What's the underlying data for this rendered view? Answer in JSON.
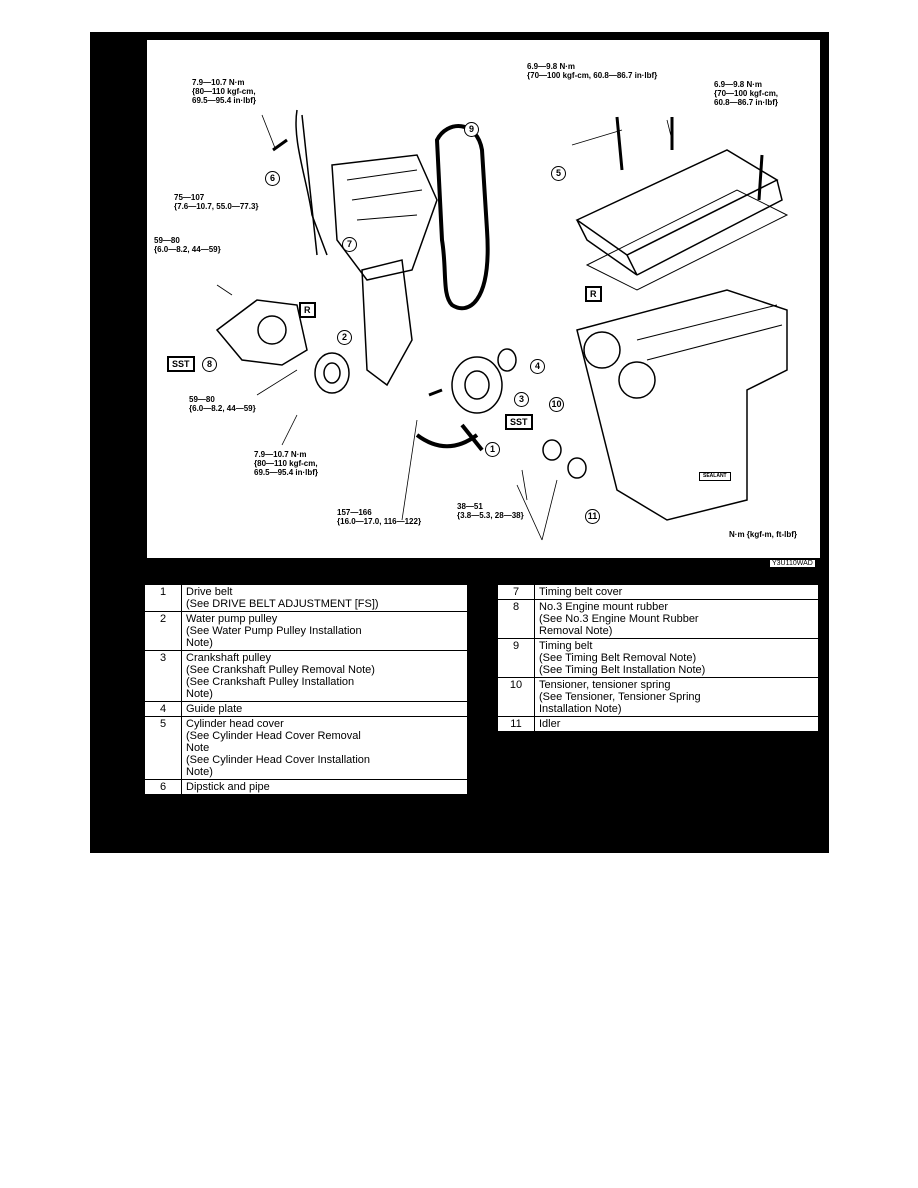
{
  "diagram": {
    "torque_specs": [
      {
        "id": "t1",
        "text": "7.9—10.7 N·m\n{80—110 kgf-cm,\n69.5—95.4 in·lbf}"
      },
      {
        "id": "t2",
        "text": "75—107\n{7.6—10.7, 55.0—77.3}"
      },
      {
        "id": "t3",
        "text": "59—80\n{6.0—8.2, 44—59}"
      },
      {
        "id": "t4",
        "text": "59—80\n{6.0—8.2, 44—59}"
      },
      {
        "id": "t5",
        "text": "7.9—10.7 N·m\n{80—110 kgf-cm,\n69.5—95.4 in·lbf}"
      },
      {
        "id": "t6",
        "text": "157—166\n{16.0—17.0, 116—122}"
      },
      {
        "id": "t7",
        "text": "38—51\n{3.8—5.3, 28—38}"
      },
      {
        "id": "t8",
        "text": "6.9—9.8 N·m\n{70—100 kgf-cm, 60.8—86.7 in·lbf}"
      },
      {
        "id": "t9",
        "text": "6.9—9.8 N·m\n{70—100 kgf-cm,\n60.8—86.7 in·lbf}"
      }
    ],
    "callouts": [
      "1",
      "2",
      "3",
      "4",
      "5",
      "6",
      "7",
      "8",
      "9",
      "10",
      "11"
    ],
    "tags": {
      "sst": "SST",
      "r": "R",
      "sealant": "SEALANT"
    },
    "units_note": "N·m {kgf-m, ft-lbf}",
    "code": "Y3U110WAD"
  },
  "legend_left": [
    {
      "num": "1",
      "desc": "Drive belt\n(See DRIVE BELT ADJUSTMENT [FS])"
    },
    {
      "num": "2",
      "desc": "Water pump pulley\n(See Water Pump Pulley Installation\nNote)"
    },
    {
      "num": "3",
      "desc": "Crankshaft pulley\n(See Crankshaft Pulley Removal Note)\n(See Crankshaft Pulley Installation\nNote)"
    },
    {
      "num": "4",
      "desc": "Guide plate"
    },
    {
      "num": "5",
      "desc": "Cylinder head cover\n(See Cylinder Head Cover Removal\nNote\n(See Cylinder Head Cover Installation\nNote)"
    },
    {
      "num": "6",
      "desc": "Dipstick and pipe"
    }
  ],
  "legend_right": [
    {
      "num": "7",
      "desc": "Timing belt cover"
    },
    {
      "num": "8",
      "desc": "No.3 Engine mount rubber\n(See  No.3 Engine Mount Rubber\nRemoval Note)"
    },
    {
      "num": "9",
      "desc": "Timing belt\n(See Timing Belt Removal Note)\n(See Timing Belt Installation Note)"
    },
    {
      "num": "10",
      "desc": "Tensioner, tensioner spring\n(See Tensioner, Tensioner Spring\nInstallation Note)"
    },
    {
      "num": "11",
      "desc": "Idler"
    }
  ]
}
